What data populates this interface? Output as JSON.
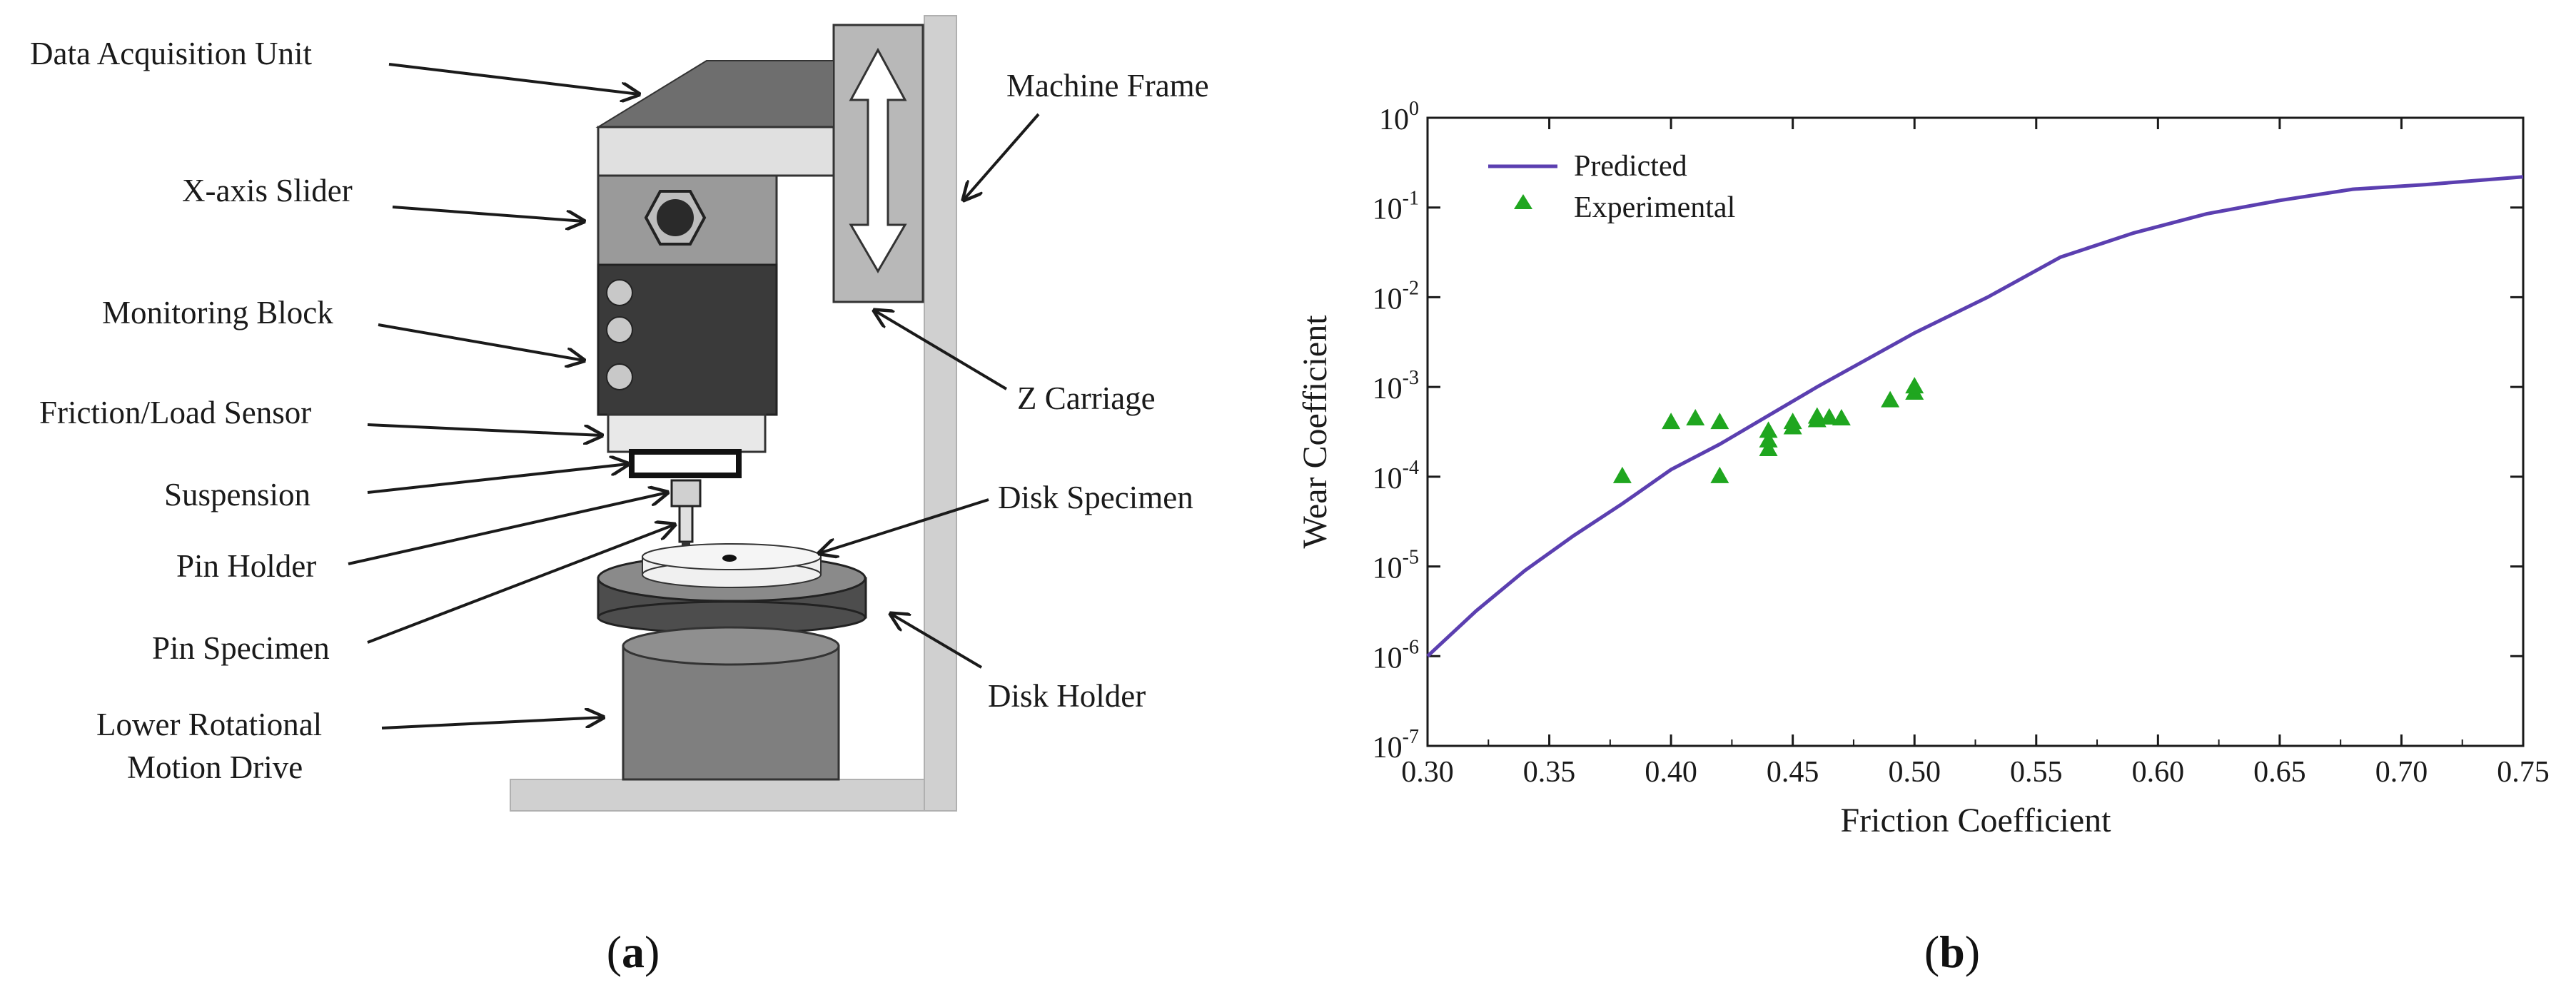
{
  "panel_a": {
    "caption": "a",
    "labels": {
      "data_acquisition_unit": "Data Acquisition Unit",
      "x_axis_slider": "X-axis Slider",
      "monitoring_block": "Monitoring Block",
      "friction_load_sensor": "Friction/Load Sensor",
      "suspension": "Suspension",
      "pin_holder": "Pin Holder",
      "pin_specimen": "Pin Specimen",
      "lower_drive_line1": "Lower Rotational",
      "lower_drive_line2": "Motion Drive",
      "machine_frame": "Machine Frame",
      "z_carriage": "Z Carriage",
      "disk_specimen": "Disk Specimen",
      "disk_holder": "Disk Holder"
    }
  },
  "panel_b": {
    "caption": "b",
    "chart_data": {
      "type": "line",
      "xlabel": "Friction Coefficient",
      "ylabel": "Wear Coefficient",
      "xlim": [
        0.3,
        0.75
      ],
      "ylim": [
        1e-07,
        1
      ],
      "yscale": "log",
      "x_ticks": [
        "0.30",
        "0.35",
        "0.40",
        "0.45",
        "0.50",
        "0.55",
        "0.60",
        "0.65",
        "0.70",
        "0.75"
      ],
      "y_tick_exponents": [
        "0",
        "-1",
        "-2",
        "-3",
        "-4",
        "-5",
        "-6",
        "-7"
      ],
      "y_tick_base": "10",
      "legend_position": "top-left",
      "series": [
        {
          "name": "Predicted",
          "kind": "line",
          "color": "#5b3fb0",
          "x": [
            0.3,
            0.32,
            0.34,
            0.36,
            0.38,
            0.4,
            0.42,
            0.44,
            0.46,
            0.48,
            0.5,
            0.53,
            0.56,
            0.59,
            0.62,
            0.65,
            0.68,
            0.71,
            0.75
          ],
          "y": [
            1e-06,
            3.2e-06,
            9e-06,
            2.2e-05,
            5e-05,
            0.00012,
            0.00023,
            0.00048,
            0.001,
            0.002,
            0.004,
            0.01,
            0.028,
            0.052,
            0.085,
            0.12,
            0.16,
            0.18,
            0.22
          ]
        },
        {
          "name": "Experimental",
          "kind": "scatter",
          "color": "#1fa61f",
          "x": [
            0.38,
            0.4,
            0.41,
            0.42,
            0.42,
            0.44,
            0.44,
            0.44,
            0.45,
            0.45,
            0.46,
            0.46,
            0.465,
            0.47,
            0.49,
            0.5,
            0.5
          ],
          "y": [
            0.0001,
            0.0004,
            0.00044,
            0.0004,
            0.0001,
            0.0002,
            0.00025,
            0.00032,
            0.00035,
            0.0004,
            0.00042,
            0.00046,
            0.00045,
            0.00044,
            0.0007,
            0.00085,
            0.001
          ]
        }
      ]
    }
  }
}
